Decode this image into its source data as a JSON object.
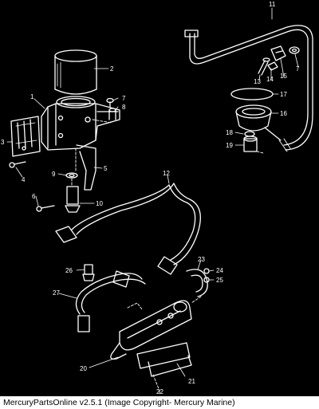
{
  "footer": {
    "caption": "MercuryPartsOnline v2.5.1 (Image Copyright- Mercury Marine)"
  },
  "callouts": {
    "c1": "1",
    "c2": "2",
    "c3": "3",
    "c4": "4",
    "c5": "5",
    "c6": "6",
    "c7a": "7",
    "c7b": "7",
    "c8": "8",
    "c9": "9",
    "c10": "10",
    "c11": "11",
    "c12": "12",
    "c13": "13",
    "c14": "14",
    "c15": "15",
    "c16": "16",
    "c17": "17",
    "c18": "18",
    "c19": "19",
    "c20": "20",
    "c21": "21",
    "c22": "22",
    "c23": "23",
    "c24": "24",
    "c25": "25",
    "c26": "26",
    "c27": "27"
  },
  "colors": {
    "background": "#000000",
    "line_art": "#ffffff",
    "footer_bg": "#ffffff",
    "footer_text": "#000000"
  }
}
